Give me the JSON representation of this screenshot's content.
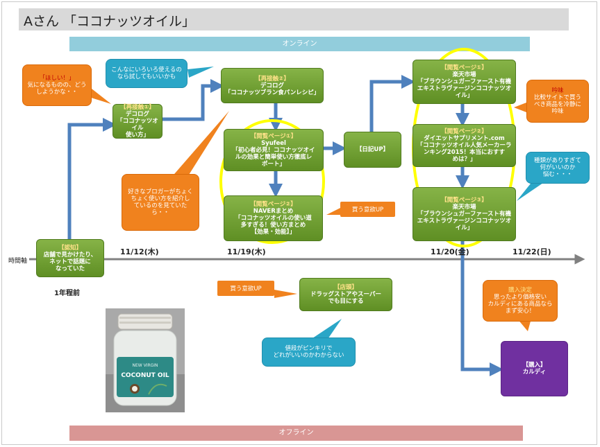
{
  "title": "Aさん 「ココナッツオイル」",
  "bands": {
    "online": "オンライン",
    "offline": "オフライン"
  },
  "axis": {
    "label": "時間軸",
    "before": "1年程前"
  },
  "dates": [
    "11/12(木)",
    "11/19(木)",
    "11/20(金)",
    "11/22(日)"
  ],
  "steps": {
    "ninchi": {
      "tag": "【認知】",
      "lines": [
        "店舗で見かけたり、",
        "ネットで話題に",
        "なっていた"
      ]
    },
    "recontact1": {
      "tag": "【再接触①】",
      "lines": [
        "デコログ",
        "「ココナッツオイル",
        "使い方」"
      ]
    },
    "recontact2": {
      "tag": "【再接触②】",
      "lines": [
        "デコログ",
        "「ココナッツブラン食パンレシピ」"
      ]
    },
    "view1": {
      "tag": "【閲覧ページ①】",
      "lines": [
        "Syufeel",
        "「初心者必見！ココナッツオイ",
        "ルの効果と簡単使い方徹底レ",
        "ポート」"
      ]
    },
    "view2": {
      "tag": "【閲覧ページ②】",
      "lines": [
        "NAVERまとめ",
        "「ココナッツオイルの使い道",
        "多すぎる！使い方まとめ",
        "【効果・効能】」"
      ]
    },
    "nikki": {
      "label": "【日記UP】"
    },
    "view3": {
      "tag": "【閲覧ページ①】",
      "lines": [
        "楽天市場",
        "「ブラウンシュガーファースト有機",
        "エキストラヴァージンココナッツオ",
        "イル」"
      ]
    },
    "view4": {
      "tag": "【閲覧ページ②】",
      "lines": [
        "ダイエットサプリメント.com",
        "「ココナッツオイル人気メーカーラ",
        "ンキング2015！本当におすす",
        "めは？」"
      ]
    },
    "view5": {
      "tag": "【閲覧ページ③】",
      "lines": [
        "楽天市場",
        "「ブラウンシュガーファースト有機",
        "エキストラヴァージンココナッツオ",
        "イル」"
      ]
    },
    "store": {
      "tag": "【店頭】",
      "lines": [
        "ドラッグストアやスーパー",
        "でも目にする"
      ]
    },
    "purchase": {
      "tag": "【購入】",
      "lines": [
        "カルディ"
      ]
    }
  },
  "callouts": {
    "hoshii": {
      "head": "「ほしい！」",
      "lines": [
        "気になるものの、どう",
        "しようかな・・"
      ]
    },
    "iroiro": {
      "lines": [
        "こんなにいろいろ使えるの",
        "なら試してもいいかも"
      ]
    },
    "blogger": {
      "lines": [
        "好きなブロガーがちょく",
        "ちょく使い方を紹介し",
        "ているのを見ていた",
        "ら・・"
      ]
    },
    "kaiyoku1": {
      "label": "買う意欲UP"
    },
    "kaiyoku2": {
      "label": "買う意欲UP"
    },
    "ginmi": {
      "head": "吟味",
      "lines": [
        "比較サイトで買う",
        "べき商品を冷静に",
        "吟味"
      ]
    },
    "shurui": {
      "lines": [
        "種類がありすぎて",
        "何がいいのか",
        "悩む・・・"
      ]
    },
    "nedan": {
      "lines": [
        "値段がピンキリで",
        "どれがいいのかわからない"
      ]
    },
    "kounyuu": {
      "head": "購入決定",
      "lines": [
        "思ったより価格安い",
        "カルディにある商品なら",
        "まず安心！"
      ]
    }
  },
  "photo": {
    "label": "COCONUT OIL",
    "brand": "NEW VIRGIN"
  },
  "colors": {
    "green": "#6a9a2c",
    "arrow": "#4f81bd",
    "highlight": "#ffff00",
    "orange": "#f0821e",
    "teal": "#2aa6c7",
    "purple": "#7030a0"
  }
}
